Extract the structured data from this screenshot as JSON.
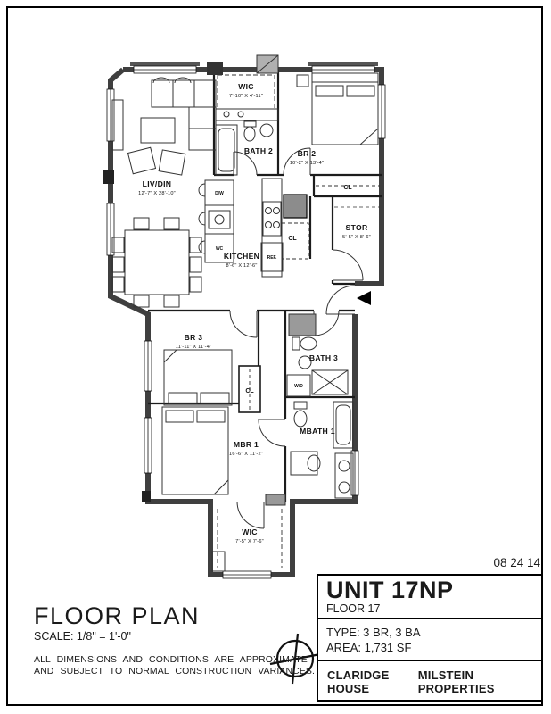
{
  "page": {
    "date": "08 24 14",
    "title_block": {
      "unit": "UNIT 17NP",
      "floor": "FLOOR 17",
      "type_label": "TYPE: 3 BR, 3 BA",
      "area_label": "AREA: 1,731 SF",
      "building": "CLARIDGE HOUSE",
      "company": "MILSTEIN PROPERTIES"
    },
    "plan_title": "FLOOR PLAN",
    "scale": "SCALE: 1/8\" = 1'-0\"",
    "disclaimer1": "ALL DIMENSIONS AND CONDITIONS ARE APPROXIMATE",
    "disclaimer2": "AND SUBJECT TO NORMAL CONSTRUCTION VARIANCES."
  },
  "rooms": {
    "wic_top": {
      "name": "WIC",
      "dim": "7'-10\" X 4'-11\""
    },
    "bath2": {
      "name": "BATH 2"
    },
    "br2": {
      "name": "BR 2",
      "dim": "10'-2\" X 13'-4\""
    },
    "livdin": {
      "name": "LIV/DIN",
      "dim": "12'-7\" X 28'-10\""
    },
    "kitchen": {
      "name": "KITCHEN",
      "dim": "8'-6\" X 12'-6\""
    },
    "stor": {
      "name": "STOR",
      "dim": "5'-5\" X 8'-6\""
    },
    "br3": {
      "name": "BR 3",
      "dim": "11'-11\" X 11'-4\""
    },
    "bath3": {
      "name": "BATH 3"
    },
    "mbath1": {
      "name": "MBATH 1"
    },
    "mbr1": {
      "name": "MBR 1",
      "dim": "16'-6\" X 11'-2\""
    },
    "wic_bottom": {
      "name": "WIC",
      "dim": "7'-5\" X 7'-6\""
    },
    "cl_br2": "CL",
    "cl_kitchen": "CL",
    "cl_br3": "CL",
    "wd": "W/D",
    "dw": "D/W",
    "wc": "WC",
    "ref": "REF."
  },
  "colors": {
    "wall": "#3f3f3f",
    "line": "#1c1c1c",
    "shaft_fill": "#8c8c8c"
  }
}
